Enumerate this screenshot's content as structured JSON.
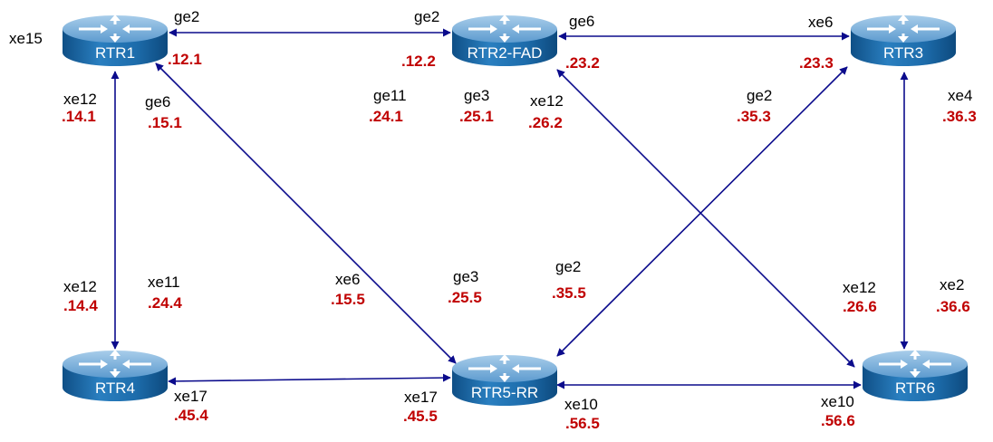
{
  "routers": [
    {
      "id": "RTR1",
      "label": "RTR1"
    },
    {
      "id": "RTR2",
      "label": "RTR2-FAD"
    },
    {
      "id": "RTR3",
      "label": "RTR3"
    },
    {
      "id": "RTR4",
      "label": "RTR4"
    },
    {
      "id": "RTR5",
      "label": "RTR5-RR"
    },
    {
      "id": "RTR6",
      "label": "RTR6"
    }
  ],
  "links": [
    {
      "a": "RTR1",
      "b": "RTR2"
    },
    {
      "a": "RTR2",
      "b": "RTR3"
    },
    {
      "a": "RTR1",
      "b": "RTR4"
    },
    {
      "a": "RTR1",
      "b": "RTR5"
    },
    {
      "a": "RTR2",
      "b": "RTR6"
    },
    {
      "a": "RTR3",
      "b": "RTR5"
    },
    {
      "a": "RTR3",
      "b": "RTR6"
    },
    {
      "a": "RTR4",
      "b": "RTR5"
    },
    {
      "a": "RTR5",
      "b": "RTR6"
    }
  ],
  "labels": {
    "rtr1_xe15": "xe15",
    "rtr1_ge2": "ge2",
    "rtr1_ip_12": ".12.1",
    "rtr1_xe12": "xe12",
    "rtr1_ip_14": ".14.1",
    "rtr1_ge6": "ge6",
    "rtr1_ip_15": ".15.1",
    "rtr2_ge2": "ge2",
    "rtr2_ip_12": ".12.2",
    "rtr2_ge6": "ge6",
    "rtr2_ip_23": ".23.2",
    "rtr2_ge11": "ge11",
    "rtr2_ip_24": ".24.1",
    "rtr2_ge3": "ge3",
    "rtr2_ip_25": ".25.1",
    "rtr2_xe12": "xe12",
    "rtr2_ip_26": ".26.2",
    "rtr3_xe6": "xe6",
    "rtr3_ip_23": ".23.3",
    "rtr3_ge2": "ge2",
    "rtr3_ip_35": ".35.3",
    "rtr3_xe4": "xe4",
    "rtr3_ip_36": ".36.3",
    "rtr4_xe12": "xe12",
    "rtr4_ip_14": ".14.4",
    "rtr4_xe11": "xe11",
    "rtr4_ip_24": ".24.4",
    "rtr4_xe17": "xe17",
    "rtr4_ip_45": ".45.4",
    "rtr5_xe6": "xe6",
    "rtr5_ip_15": ".15.5",
    "rtr5_ge3": "ge3",
    "rtr5_ip_25": ".25.5",
    "rtr5_ge2": "ge2",
    "rtr5_ip_35": ".35.5",
    "rtr5_xe17": "xe17",
    "rtr5_ip_45": ".45.5",
    "rtr5_xe10": "xe10",
    "rtr5_ip_56": ".56.5",
    "rtr6_xe12": "xe12",
    "rtr6_ip_26": ".26.6",
    "rtr6_xe2": "xe2",
    "rtr6_ip_36": ".36.6",
    "rtr6_xe10": "xe10",
    "rtr6_ip_56": ".56.6"
  },
  "colors": {
    "link": "#0b0b8c",
    "ip_text": "#c00000",
    "router_top": "#7fb3dc",
    "router_side": "#1a6aa8"
  }
}
